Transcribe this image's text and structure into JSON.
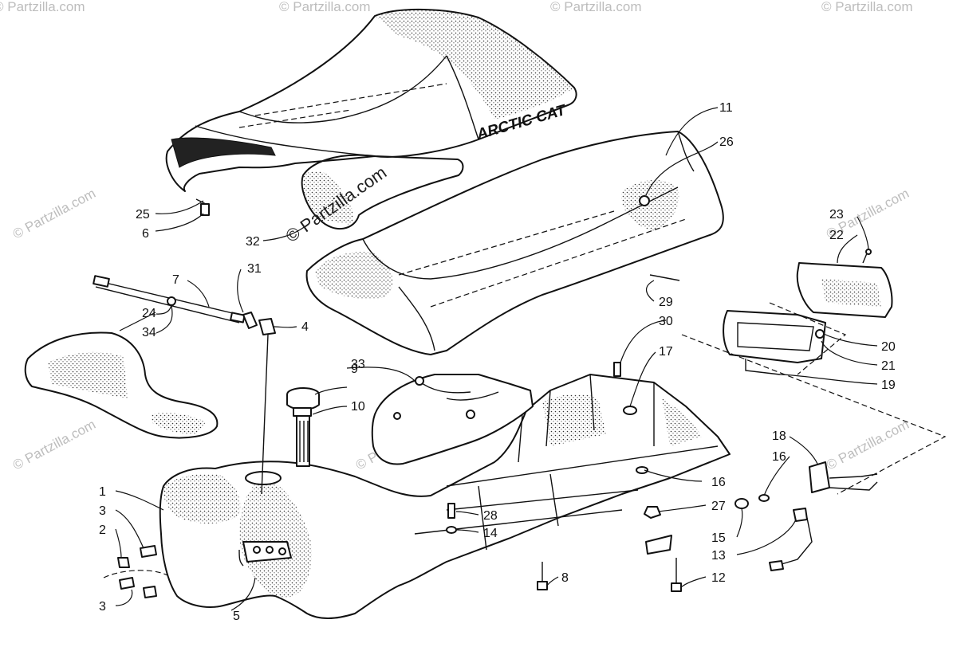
{
  "brand_text": "ARCTIC CAT",
  "watermark_main": "© Partzilla.com",
  "watermark_faint": "© Partzilla.com",
  "callouts": {
    "c1": "1",
    "c2": "2",
    "c3a": "3",
    "c3b": "3",
    "c4": "4",
    "c5": "5",
    "c6": "6",
    "c7": "7",
    "c8": "8",
    "c9": "9",
    "c10": "10",
    "c11": "11",
    "c12": "12",
    "c13": "13",
    "c14": "14",
    "c15": "15",
    "c16a": "16",
    "c16b": "16",
    "c17": "17",
    "c18": "18",
    "c19": "19",
    "c20": "20",
    "c21": "21",
    "c22": "22",
    "c23": "23",
    "c24": "24",
    "c25": "25",
    "c26": "26",
    "c27": "27",
    "c28": "28",
    "c29": "29",
    "c30": "30",
    "c31": "31",
    "c32": "32",
    "c33": "33",
    "c34": "34"
  }
}
